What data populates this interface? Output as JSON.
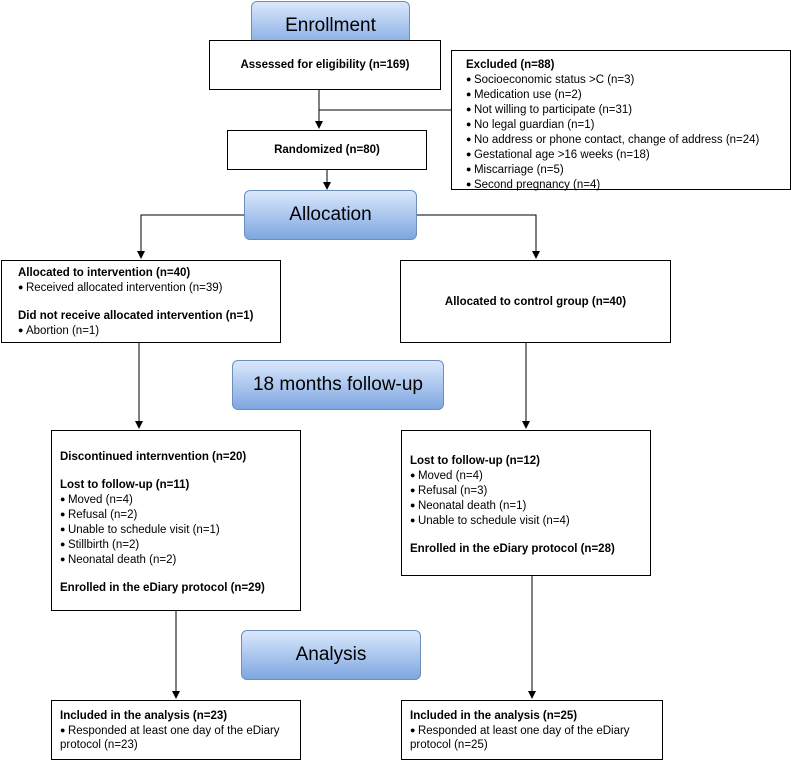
{
  "stages": {
    "enrollment": "Enrollment",
    "allocation": "Allocation",
    "followup": "18 months follow-up",
    "analysis": "Analysis"
  },
  "assessed": "Assessed for eligibility (n=169)",
  "excluded": {
    "title": "Excluded (n=88)",
    "items": [
      "Socioeconomic status >C (n=3)",
      "Medication use (n=2)",
      "Not willing to participate (n=31)",
      "No legal guardian  (n=1)",
      "No address or phone contact, change of address (n=24)",
      "Gestational age >16 weeks (n=18)",
      "Miscarriage (n=5)",
      "Second pregnancy (n=4)"
    ]
  },
  "randomized": "Randomized (n=80)",
  "intervention": {
    "title": "Allocated to intervention (n=40)",
    "received": "Received allocated intervention (n=39)",
    "not_received_title": "Did not receive allocated intervention (n=1)",
    "not_received_item": "Abortion (n=1)"
  },
  "control": {
    "title": "Allocated to control group (n=40)"
  },
  "followup_intervention": {
    "discontinued": "Discontinued internvention (n=20)",
    "lost_title": "Lost to follow-up (n=11)",
    "lost_items": [
      "Moved (n=4)",
      "Refusal (n=2)",
      "Unable to schedule visit (n=1)",
      "Stillbirth (n=2)",
      "Neonatal death (n=2)"
    ],
    "enrolled": "Enrolled in the eDiary protocol (n=29)"
  },
  "followup_control": {
    "lost_title": "Lost to follow-up (n=12)",
    "lost_items": [
      "Moved (n=4)",
      "Refusal (n=3)",
      "Neonatal death (n=1)",
      "Unable to schedule visit (n=4)"
    ],
    "enrolled": "Enrolled in the eDiary protocol (n=28)"
  },
  "analysis_intervention": {
    "title": "Included in the analysis (n=23)",
    "item": "Responded at least one day of the eDiary protocol (n=23)"
  },
  "analysis_control": {
    "title": "Included in the analysis (n=25)",
    "item": "Responded at least one day of the eDiary protocol (n=25)"
  }
}
